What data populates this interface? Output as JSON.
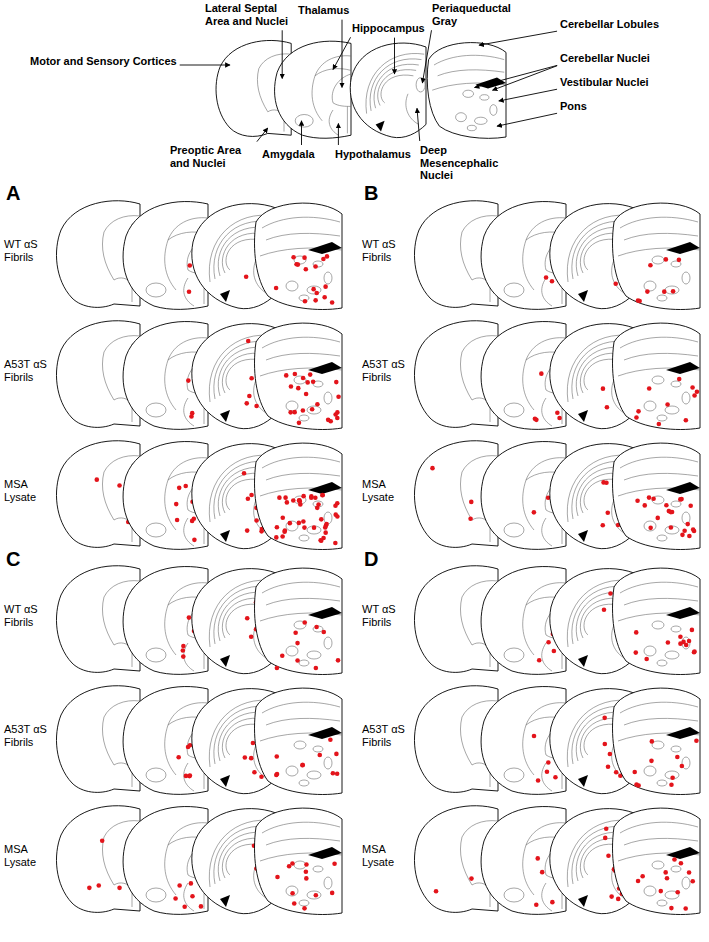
{
  "diagram": {
    "labels": [
      "Lateral Septal Area and Nuclei",
      "Thalamus",
      "Periaqueductal Gray",
      "Cerebellar Lobules",
      "Motor and Sensory Cortices",
      "Hippocampus",
      "Cerebellar Nuclei",
      "Vestibular Nuclei",
      "Pons",
      "Preoptic Area and Nuclei",
      "Amygdala",
      "Hypothalamus",
      "Deep Mesencephalic Nuclei",
      "A",
      "WT αS Fibrils",
      "A53T αS Fibrils",
      "MSA Lysate",
      "B",
      "WT αS Fibrils",
      "A53T αS Fibrils",
      "MSA Lysate",
      "C",
      "WT αS Fibrils",
      "A53T αS Fibrils",
      "MSA Lysate",
      "D",
      "WT αS Fibrils",
      "A53T αS Fibrils",
      "MSA Lysate"
    ]
  }
}
